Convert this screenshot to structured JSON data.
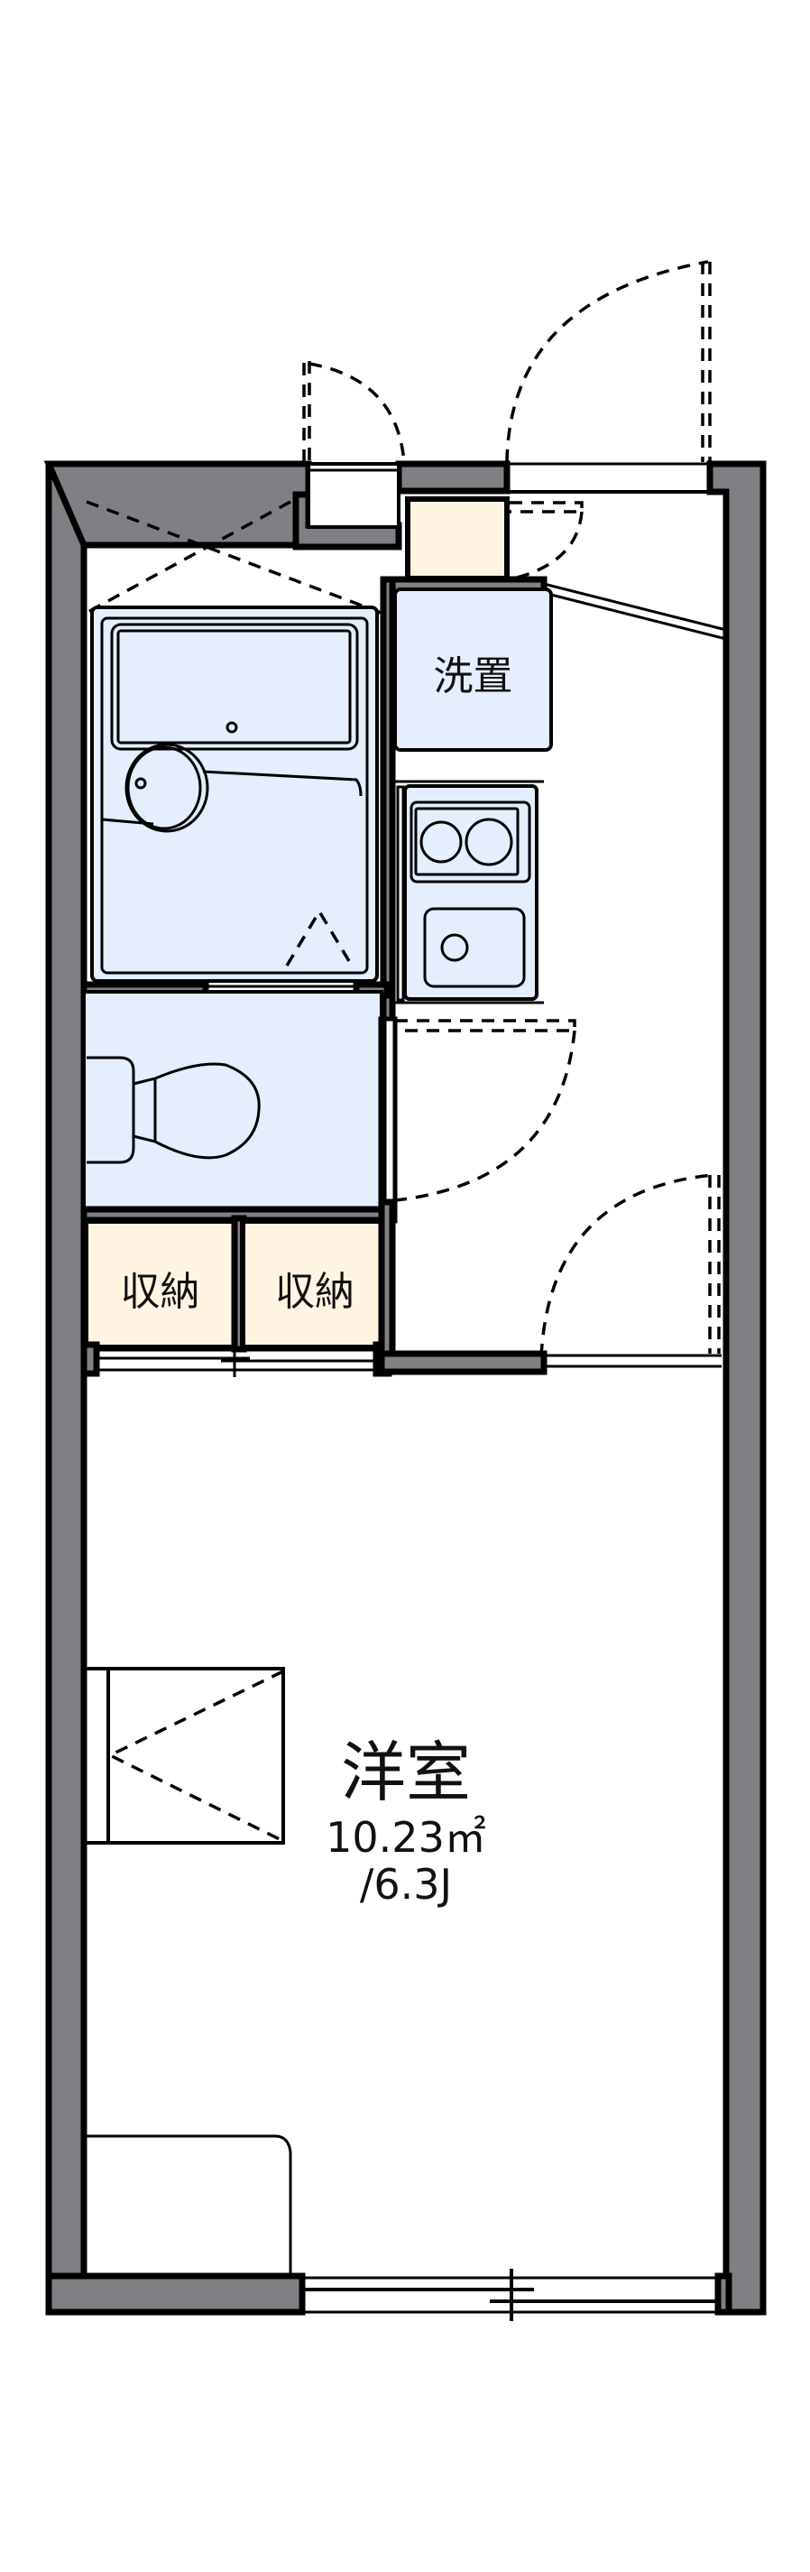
{
  "floorplan": {
    "colors": {
      "wall": "#808084",
      "wet_area": "#e4eefc",
      "storage": "#fff4e2",
      "outline": "#000000",
      "background": "#ffffff"
    },
    "rooms": {
      "washer_space": {
        "label": "洗置"
      },
      "storage_left": {
        "label": "収納"
      },
      "storage_right": {
        "label": "収納"
      },
      "western_room": {
        "label": "洋室",
        "area": "10.23㎡",
        "tatami": "/6.3J"
      }
    },
    "fixtures": [
      "unit-bath",
      "toilet",
      "kitchen-2-burner-stove",
      "kitchen-sink",
      "washer-space",
      "shoebox",
      "closets",
      "entrance-door",
      "sliding-window"
    ]
  }
}
